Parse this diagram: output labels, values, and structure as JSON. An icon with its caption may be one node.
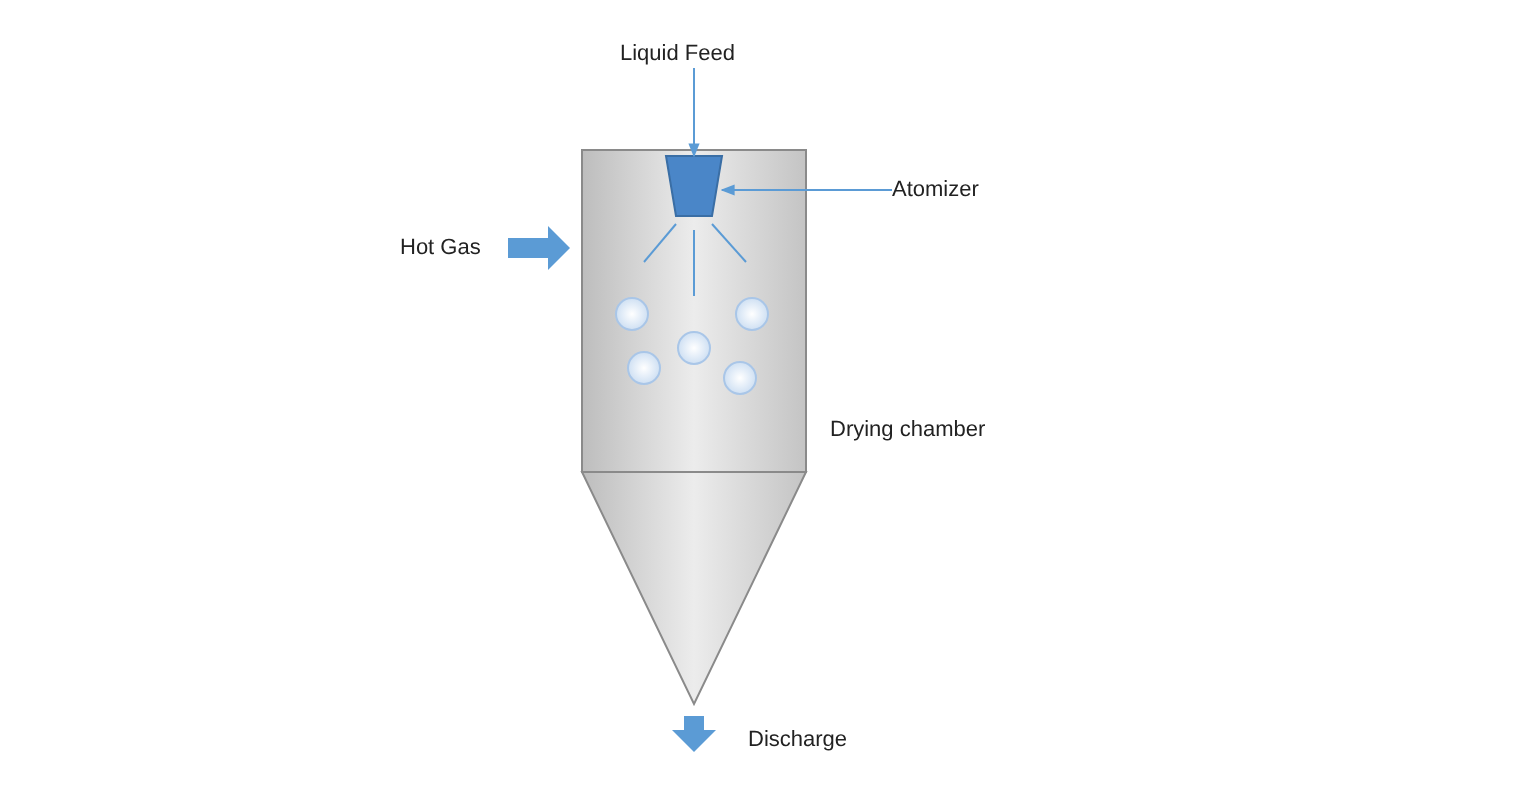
{
  "diagram": {
    "nodes": [
      {
        "text": [
          "Liquid Feed"
        ]
      },
      {
        "text": [
          "Hot Gas"
        ]
      },
      {
        "text": [],
        "shape": "box",
        "beside": [
          "Drying chamber"
        ]
      },
      {
        "text": [],
        "shape": "trapezoid",
        "in": 2
      },
      {
        "text": [
          "Atomizer"
        ]
      },
      {
        "text": [],
        "shape": "triangle"
      }
    ],
    "edges": [
      {
        "from": 0,
        "to": 3,
        "arrow": "to"
      },
      {
        "from": 1,
        "to": 2,
        "arrow": "to",
        "style": "thick"
      },
      {
        "from": 4,
        "to": 3,
        "arrow": "to"
      },
      {
        "from": 5,
        "to": null,
        "arrow": "to",
        "style": "thick"
      }
    ],
    "labels": [
      "Discharge"
    ]
  }
}
